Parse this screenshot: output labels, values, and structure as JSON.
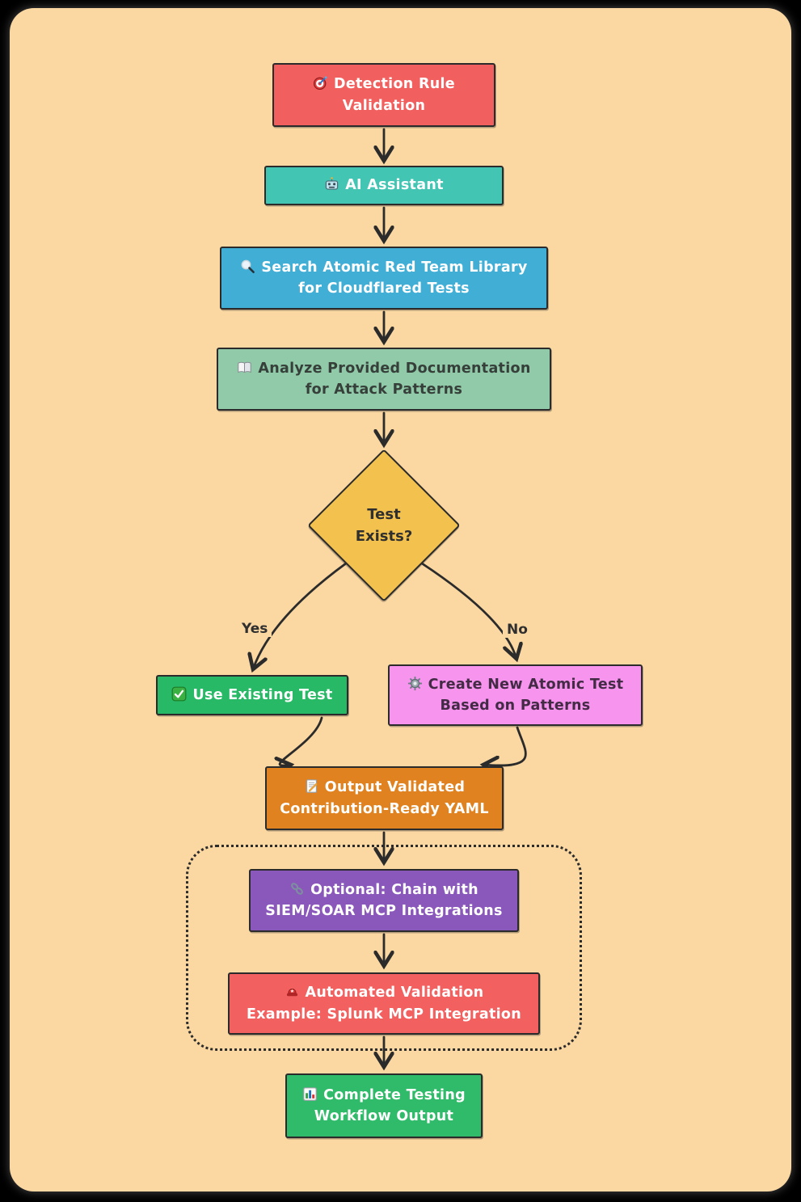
{
  "page": {
    "bg": "#000000",
    "card_bg": "#fbd8a2",
    "stroke_color": "#2b2b2b"
  },
  "flowchart": {
    "nodes": {
      "detection": {
        "label": [
          "Detection Rule",
          "Validation"
        ],
        "icon": "target-icon",
        "bg": "#f25f5f",
        "fg": "#ffffff"
      },
      "assistant": {
        "label": [
          "AI Assistant"
        ],
        "icon": "robot-icon",
        "bg": "#43c5b3",
        "fg": "#ffffff"
      },
      "search": {
        "label": [
          "Search Atomic Red Team Library",
          "for Cloudflared Tests"
        ],
        "icon": "magnifier-icon",
        "bg": "#41aed6",
        "fg": "#ffffff"
      },
      "analyze": {
        "label": [
          "Analyze Provided Documentation",
          "for Attack Patterns"
        ],
        "icon": "book-icon",
        "bg": "#90caa8",
        "fg": "#363f3a"
      },
      "decision": {
        "label": [
          "Test",
          "Exists?"
        ],
        "bg": "#f3c14d",
        "fg": "#2f2f2f"
      },
      "use_existing": {
        "label": [
          "Use Existing Test"
        ],
        "icon": "check-icon",
        "bg": "#27b965",
        "fg": "#ffffff"
      },
      "create_new": {
        "label": [
          "Create New Atomic Test",
          "Based on Patterns"
        ],
        "icon": "gear-icon",
        "bg": "#f694ee",
        "fg": "#432b46"
      },
      "output_yaml": {
        "label": [
          "Output Validated",
          "Contribution-Ready YAML"
        ],
        "icon": "memo-icon",
        "bg": "#df821f",
        "fg": "#ffffff"
      },
      "optional_chain": {
        "label": [
          "Optional: Chain with",
          "SIEM/SOAR MCP Integrations"
        ],
        "icon": "link-icon",
        "bg": "#8a57ba",
        "fg": "#ffffff"
      },
      "automated_validation": {
        "label": [
          "Automated Validation",
          "Example: Splunk MCP Integration"
        ],
        "icon": "siren-icon",
        "bg": "#f26060",
        "fg": "#ffffff"
      },
      "complete_output": {
        "label": [
          "Complete Testing",
          "Workflow Output"
        ],
        "icon": "chart-icon",
        "bg": "#2fbb69",
        "fg": "#ffffff"
      }
    },
    "edge_labels": {
      "yes": "Yes",
      "no": "No"
    }
  }
}
